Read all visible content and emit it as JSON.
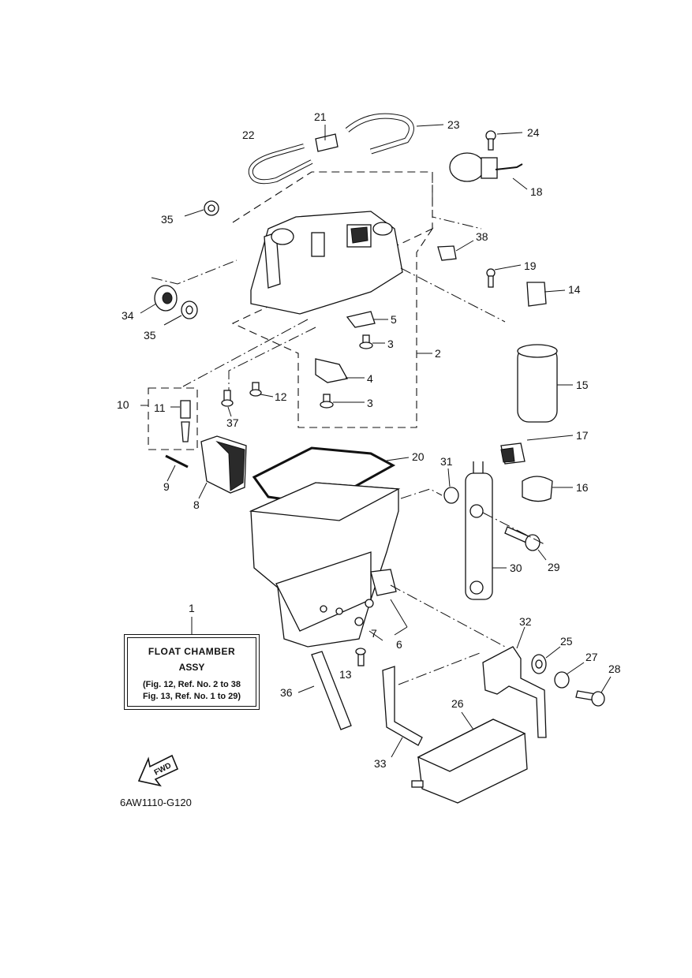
{
  "callouts": [
    {
      "id": "c1",
      "text": "1"
    },
    {
      "id": "c2",
      "text": "2"
    },
    {
      "id": "c3a",
      "text": "3"
    },
    {
      "id": "c3b",
      "text": "3"
    },
    {
      "id": "c4",
      "text": "4"
    },
    {
      "id": "c5",
      "text": "5"
    },
    {
      "id": "c6",
      "text": "6"
    },
    {
      "id": "c7",
      "text": "7"
    },
    {
      "id": "c8",
      "text": "8"
    },
    {
      "id": "c9",
      "text": "9"
    },
    {
      "id": "c10",
      "text": "10"
    },
    {
      "id": "c11",
      "text": "11"
    },
    {
      "id": "c12",
      "text": "12"
    },
    {
      "id": "c13",
      "text": "13"
    },
    {
      "id": "c14",
      "text": "14"
    },
    {
      "id": "c15",
      "text": "15"
    },
    {
      "id": "c16",
      "text": "16"
    },
    {
      "id": "c17",
      "text": "17"
    },
    {
      "id": "c18",
      "text": "18"
    },
    {
      "id": "c19",
      "text": "19"
    },
    {
      "id": "c20",
      "text": "20"
    },
    {
      "id": "c21",
      "text": "21"
    },
    {
      "id": "c22",
      "text": "22"
    },
    {
      "id": "c23",
      "text": "23"
    },
    {
      "id": "c24",
      "text": "24"
    },
    {
      "id": "c25",
      "text": "25"
    },
    {
      "id": "c26",
      "text": "26"
    },
    {
      "id": "c27",
      "text": "27"
    },
    {
      "id": "c28",
      "text": "28"
    },
    {
      "id": "c29",
      "text": "29"
    },
    {
      "id": "c30",
      "text": "30"
    },
    {
      "id": "c31",
      "text": "31"
    },
    {
      "id": "c32",
      "text": "32"
    },
    {
      "id": "c33",
      "text": "33"
    },
    {
      "id": "c34",
      "text": "34"
    },
    {
      "id": "c35a",
      "text": "35"
    },
    {
      "id": "c35b",
      "text": "35"
    },
    {
      "id": "c36",
      "text": "36"
    },
    {
      "id": "c37",
      "text": "37"
    },
    {
      "id": "c38",
      "text": "38"
    }
  ],
  "label_box": {
    "title": "FLOAT CHAMBER",
    "subtitle": "ASSY",
    "ref1": "(Fig. 12, Ref. No. 2 to 38",
    "ref2": "Fig. 13, Ref. No. 1 to 29)"
  },
  "fwd_label": "FWD",
  "figure_code": "6AW1110-G120"
}
